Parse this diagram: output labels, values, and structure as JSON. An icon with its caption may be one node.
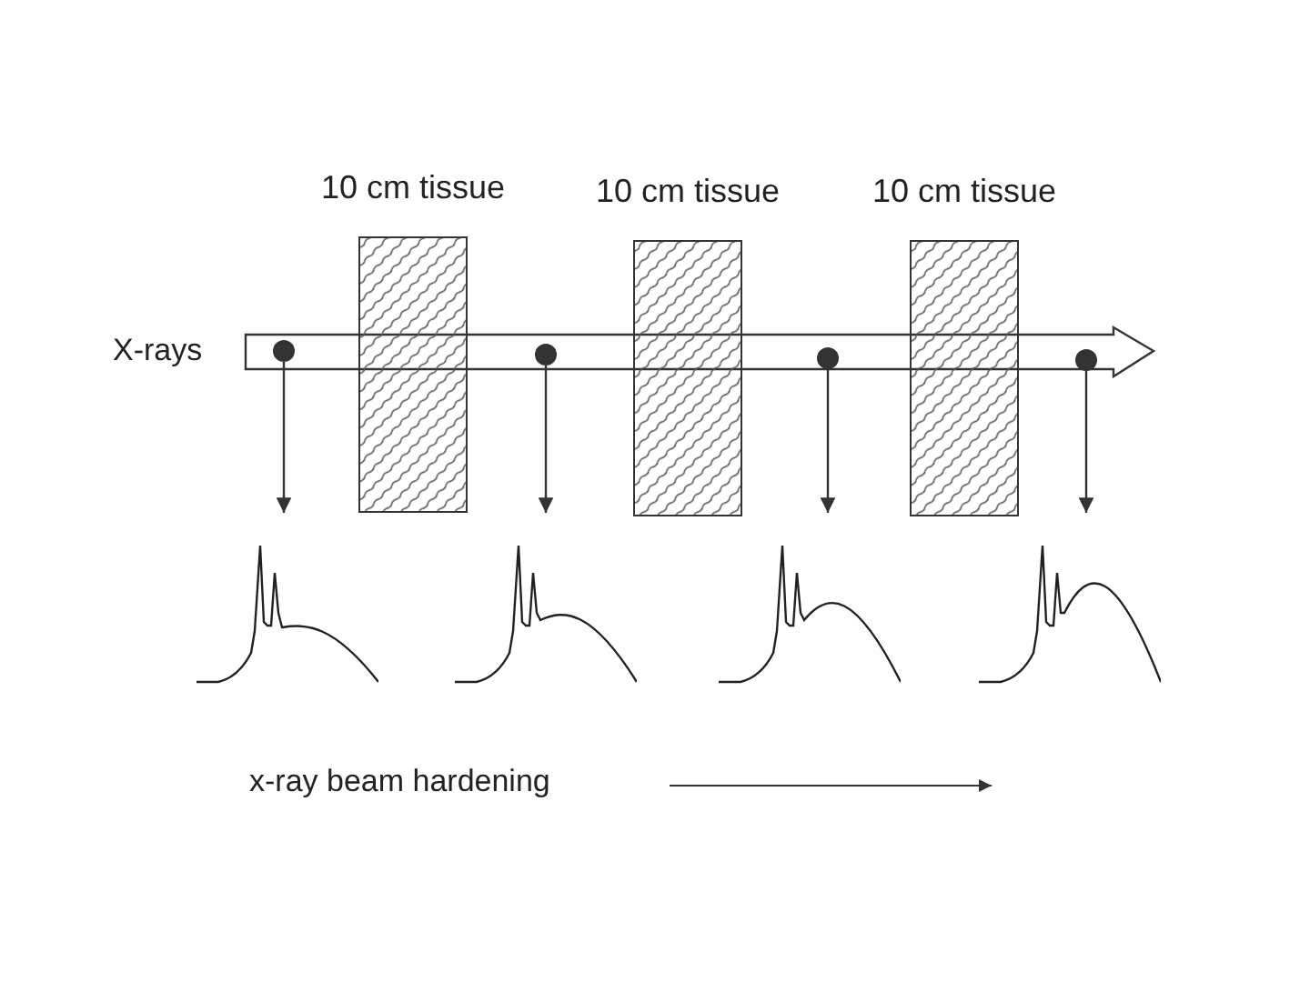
{
  "diagram": {
    "nodes": [
      {
        "text": [
          "10 cm tissue"
        ]
      },
      {
        "text": [
          "10 cm tissue"
        ]
      },
      {
        "text": [
          "10 cm tissue"
        ]
      },
      {
        "text": [],
        "shape": "circle"
      },
      {
        "text": [],
        "shape": "circle"
      },
      {
        "text": [],
        "shape": "circle"
      },
      {
        "text": [],
        "shape": "circle"
      },
      {
        "text": [],
        "shape": "graph"
      },
      {
        "text": [],
        "shape": "graph"
      },
      {
        "text": [],
        "shape": "graph"
      },
      {
        "text": [],
        "shape": "graph"
      }
    ],
    "edges": [
      {
        "from": 3,
        "to": 7,
        "arrow": "to"
      },
      {
        "from": 4,
        "to": 8,
        "arrow": "to"
      },
      {
        "from": 5,
        "to": 9,
        "arrow": "to"
      },
      {
        "from": 6,
        "to": 10,
        "arrow": "to"
      }
    ],
    "labels": [
      "X-rays",
      "x-ray beam hardening"
    ]
  }
}
